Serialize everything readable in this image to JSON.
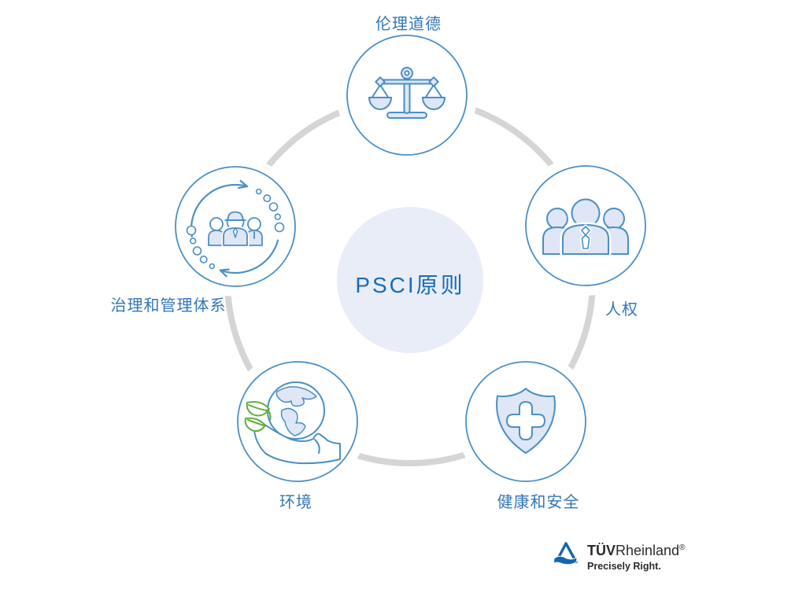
{
  "center": {
    "title": "PSCI原则"
  },
  "nodes": [
    {
      "id": "ethics",
      "label": "伦理道德",
      "icon": "scales-icon"
    },
    {
      "id": "human-rights",
      "label": "人权",
      "icon": "people-group-icon"
    },
    {
      "id": "health-safety",
      "label": "健康和安全",
      "icon": "shield-cross-icon"
    },
    {
      "id": "environment",
      "label": "环境",
      "icon": "earth-in-hand-icon"
    },
    {
      "id": "governance",
      "label": "治理和管理体系",
      "icon": "people-cycle-icon"
    }
  ],
  "logo": {
    "brand_bold": "TÜV",
    "brand_regular": "Rheinland",
    "registered_mark": "®",
    "tagline": "Precisely Right."
  },
  "colors": {
    "node_stroke": "#4a8fc4",
    "icon_fill": "#dfe6f5",
    "center_fill": "#e9edf8",
    "ring_gray": "#d5d5d5",
    "label_blue": "#3377b7",
    "title_blue": "#176cb7",
    "leaf_green": "#5fae3e",
    "logo_blue": "#1565ae"
  }
}
